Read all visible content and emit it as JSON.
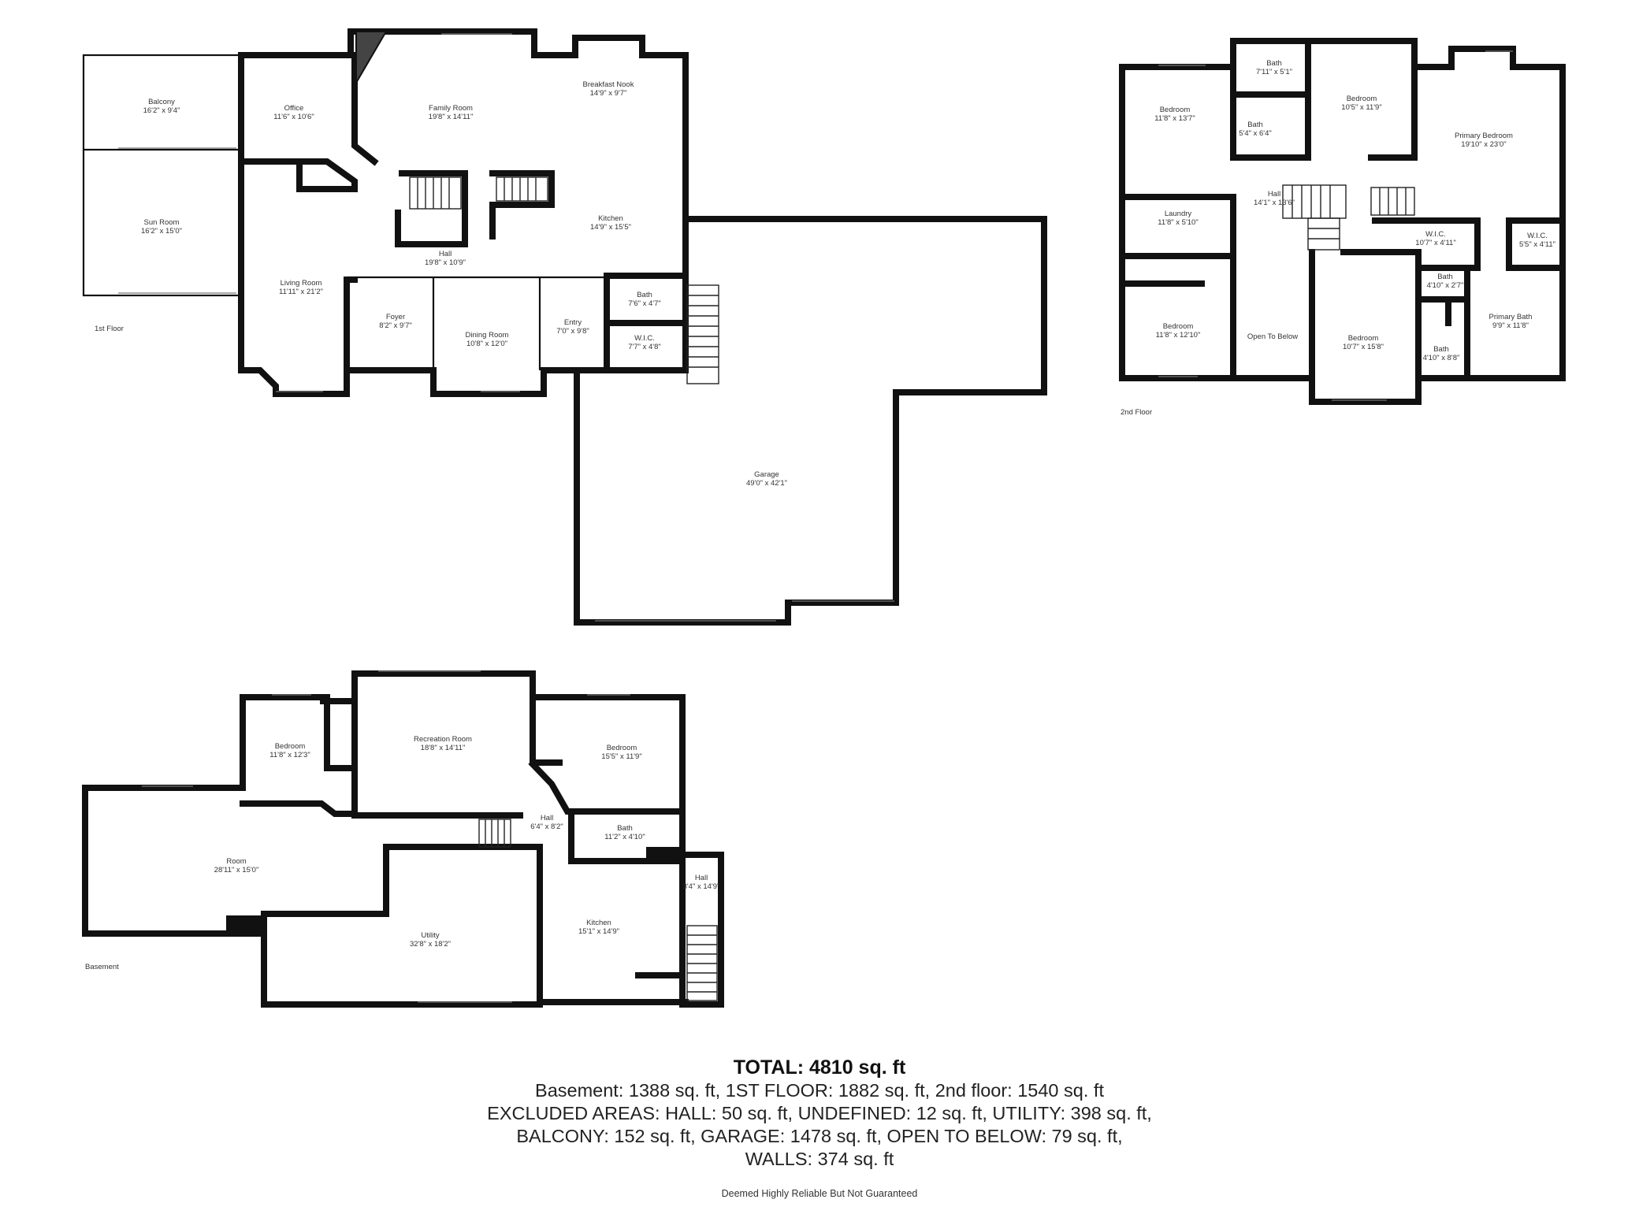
{
  "floors": [
    {
      "label": "1st Floor",
      "rooms": [
        {
          "id": "f1-balcony",
          "name": "Balcony",
          "dim": "16'2\" x 9'4\""
        },
        {
          "id": "f1-sunroom",
          "name": "Sun Room",
          "dim": "16'2\" x 15'0\""
        },
        {
          "id": "f1-office",
          "name": "Office",
          "dim": "11'6\" x 10'6\""
        },
        {
          "id": "f1-family",
          "name": "Family Room",
          "dim": "19'8\" x 14'11\""
        },
        {
          "id": "f1-nook",
          "name": "Breakfast Nook",
          "dim": "14'9\" x 9'7\""
        },
        {
          "id": "f1-kitchen",
          "name": "Kitchen",
          "dim": "14'9\" x 15'5\""
        },
        {
          "id": "f1-hall",
          "name": "Hall",
          "dim": "19'8\" x 10'9\""
        },
        {
          "id": "f1-living",
          "name": "Living Room",
          "dim": "11'11\" x 21'2\""
        },
        {
          "id": "f1-foyer",
          "name": "Foyer",
          "dim": "8'2\" x 9'7\""
        },
        {
          "id": "f1-dining",
          "name": "Dining Room",
          "dim": "10'8\" x 12'0\""
        },
        {
          "id": "f1-entry",
          "name": "Entry",
          "dim": "7'0\" x 9'8\""
        },
        {
          "id": "f1-bath",
          "name": "Bath",
          "dim": "7'6\" x 4'7\""
        },
        {
          "id": "f1-wic",
          "name": "W.I.C.",
          "dim": "7'7\" x 4'8\""
        },
        {
          "id": "f1-garage",
          "name": "Garage",
          "dim": "49'0\" x 42'1\""
        }
      ]
    },
    {
      "label": "2nd Floor",
      "rooms": [
        {
          "id": "f2-bedroom-nw",
          "name": "Bedroom",
          "dim": "11'8\" x 13'7\""
        },
        {
          "id": "f2-bath-top",
          "name": "Bath",
          "dim": "7'11\" x 5'1\""
        },
        {
          "id": "f2-bath-mid",
          "name": "Bath",
          "dim": "5'4\" x 6'4\""
        },
        {
          "id": "f2-bedroom-n",
          "name": "Bedroom",
          "dim": "10'5\" x 11'9\""
        },
        {
          "id": "f2-primary-bed",
          "name": "Primary Bedroom",
          "dim": "19'10\" x 23'0\""
        },
        {
          "id": "f2-laundry",
          "name": "Laundry",
          "dim": "11'8\" x 5'10\""
        },
        {
          "id": "f2-hall",
          "name": "Hall",
          "dim": "14'1\" x 13'6\""
        },
        {
          "id": "f2-wic-1",
          "name": "W.I.C.",
          "dim": "10'7\" x 4'11\""
        },
        {
          "id": "f2-wic-2",
          "name": "W.I.C.",
          "dim": "5'5\" x 4'11\""
        },
        {
          "id": "f2-bath-small",
          "name": "Bath",
          "dim": "4'10\" x 2'7\""
        },
        {
          "id": "f2-bedroom-sw",
          "name": "Bedroom",
          "dim": "11'8\" x 12'10\""
        },
        {
          "id": "f2-open-below",
          "name": "Open To Below",
          "dim": ""
        },
        {
          "id": "f2-bedroom-s",
          "name": "Bedroom",
          "dim": "10'7\" x 15'8\""
        },
        {
          "id": "f2-bath-se",
          "name": "Bath",
          "dim": "4'10\" x 8'8\""
        },
        {
          "id": "f2-primary-bath",
          "name": "Primary Bath",
          "dim": "9'9\" x 11'8\""
        }
      ]
    },
    {
      "label": "Basement",
      "rooms": [
        {
          "id": "b-bedroom-w",
          "name": "Bedroom",
          "dim": "11'8\" x 12'3\""
        },
        {
          "id": "b-rec",
          "name": "Recreation Room",
          "dim": "18'8\" x 14'11\""
        },
        {
          "id": "b-bedroom-e",
          "name": "Bedroom",
          "dim": "15'5\" x 11'9\""
        },
        {
          "id": "b-hall",
          "name": "Hall",
          "dim": "6'4\" x 8'2\""
        },
        {
          "id": "b-bath",
          "name": "Bath",
          "dim": "11'2\" x 4'10\""
        },
        {
          "id": "b-room",
          "name": "Room",
          "dim": "28'11\" x 15'0\""
        },
        {
          "id": "b-utility",
          "name": "Utility",
          "dim": "32'8\" x 18'2\""
        },
        {
          "id": "b-kitchen",
          "name": "Kitchen",
          "dim": "15'1\" x 14'9\""
        },
        {
          "id": "b-hall-2",
          "name": "Hall",
          "dim": "3'4\" x 14'9\""
        }
      ]
    }
  ],
  "summary": {
    "total": "TOTAL: 4810 sq. ft",
    "lines": [
      "Basement: 1388 sq. ft, 1ST FLOOR: 1882 sq. ft, 2nd floor: 1540 sq. ft",
      "EXCLUDED AREAS: HALL: 50 sq. ft, UNDEFINED: 12 sq. ft, UTILITY: 398 sq. ft,",
      "BALCONY: 152 sq. ft, GARAGE: 1478 sq. ft, OPEN TO BELOW: 79 sq. ft,",
      "WALLS: 374 sq. ft"
    ],
    "disclaimer": "Deemed Highly Reliable But Not Guaranteed"
  }
}
